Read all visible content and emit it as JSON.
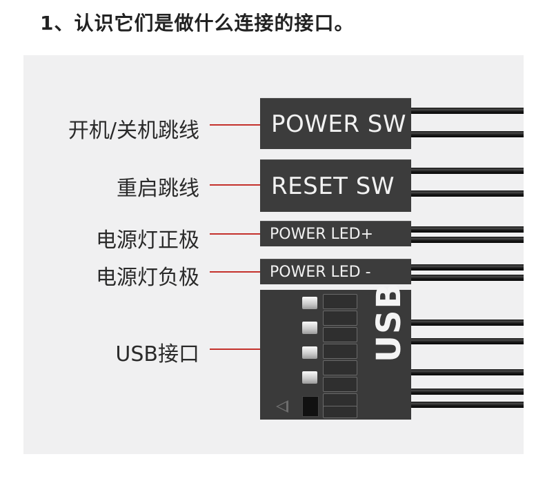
{
  "heading": "1、认识它们是做什么连接的接口。",
  "labels": {
    "power_sw": "开机/关机跳线",
    "reset_sw": "重启跳线",
    "power_led_pos": "电源灯正极",
    "power_led_neg": "电源灯负极",
    "usb": "USB接口"
  },
  "connectors": {
    "power_sw": "POWER SW",
    "reset_sw": "RESET SW",
    "power_led_pos": "POWER LED+",
    "power_led_neg": "POWER LED -",
    "usb": "USB"
  },
  "colors": {
    "leader_line": "#c4302b",
    "panel_bg": "#f0f0f1",
    "connector_body": "#3c3c3c"
  }
}
